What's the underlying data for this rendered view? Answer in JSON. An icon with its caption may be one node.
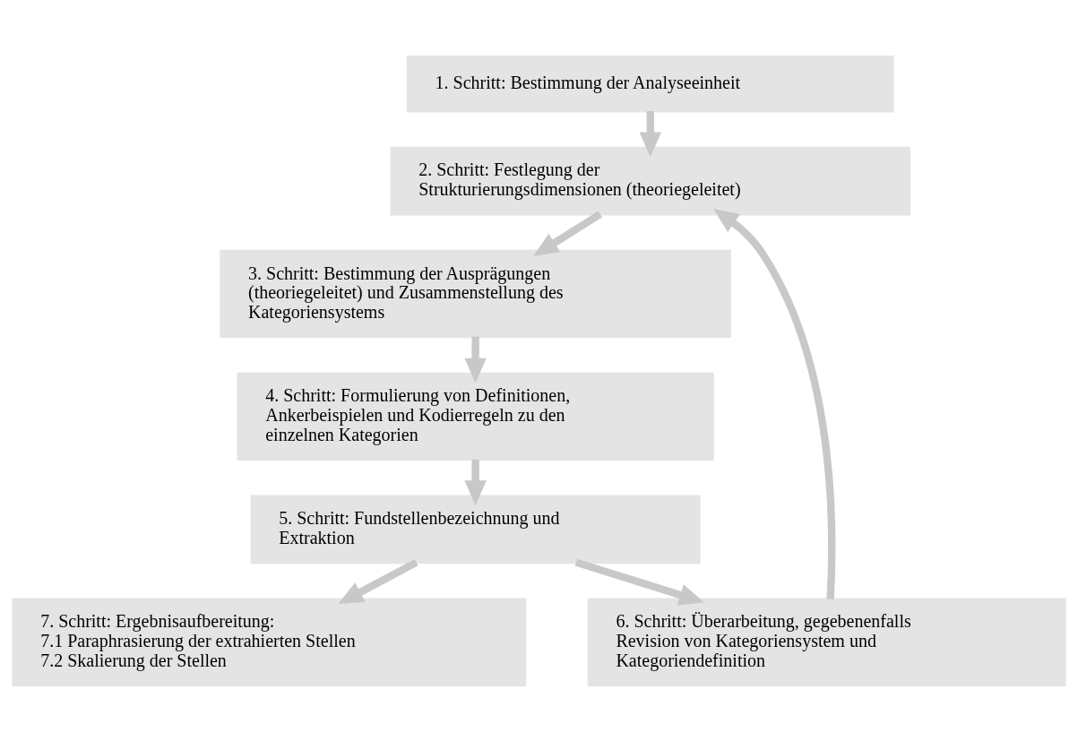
{
  "diagram": {
    "nodes": [
      {
        "text": [
          "1. Schritt: Bestimmung der Analyseeinheit"
        ]
      },
      {
        "text": [
          "2. Schritt: Festlegung der Strukturierungsdimensionen (theoriegeleitet)"
        ]
      },
      {
        "text": [
          "3. Schritt: Bestimmung der Ausprägungen (theoriegeleitet) und Zusammenstellung des Kategoriensystems"
        ]
      },
      {
        "text": [
          "4. Schritt: Formulierung von Definitionen, Ankerbeispielen und Kodierregeln zu den einzelnen Kategorien"
        ]
      },
      {
        "text": [
          "5. Schritt: Fundstellenbezeichnung und Extraktion"
        ]
      },
      {
        "text": [
          "6. Schritt: Überarbeitung, gegebenenfalls Revision von Kategoriensystem und Kategoriendefinition"
        ]
      },
      {
        "text": [
          "7. Schritt: Ergebnisaufbereitung:",
          "7.1 Paraphrasierung der extrahierten Stellen",
          "7.2 Skalierung der Stellen"
        ]
      }
    ],
    "edges": [
      {
        "from": 0,
        "to": 1,
        "arrow": "to"
      },
      {
        "from": 1,
        "to": 2,
        "arrow": "to"
      },
      {
        "from": 2,
        "to": 3,
        "arrow": "to"
      },
      {
        "from": 3,
        "to": 4,
        "arrow": "to"
      },
      {
        "from": 4,
        "to": 6,
        "arrow": "to"
      },
      {
        "from": 4,
        "to": 5,
        "arrow": "to"
      },
      {
        "from": 5,
        "to": 1,
        "arrow": "to"
      }
    ]
  }
}
